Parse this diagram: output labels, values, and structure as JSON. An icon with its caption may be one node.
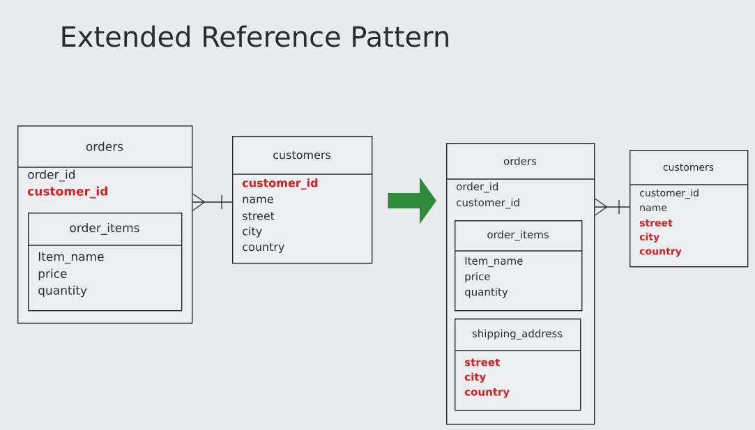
{
  "diagram": {
    "title": "Extended Reference Pattern",
    "nodes": [
      {
        "text": [
          "orders",
          "order_id",
          "customer_id"
        ]
      },
      {
        "text": [
          "order_items",
          "Item_name",
          "price",
          "quantity"
        ],
        "in": 0
      },
      {
        "text": [
          "customers",
          "customer_id",
          "name",
          "street",
          "city",
          "country"
        ]
      },
      {
        "text": [
          "orders",
          "order_id",
          "customer_id"
        ]
      },
      {
        "text": [
          "order_items",
          "Item_name",
          "price",
          "quantity"
        ],
        "in": 3
      },
      {
        "text": [
          "shipping_address",
          "street",
          "city",
          "country"
        ],
        "in": 3
      },
      {
        "text": [
          "customers",
          "customer_id",
          "name",
          "street",
          "city",
          "country"
        ]
      }
    ],
    "edges": [
      {
        "from": 0,
        "to": 2,
        "arrow": "other"
      },
      {
        "from": 2,
        "to": 3,
        "arrow": "to",
        "style": "thick",
        "color": "#2e8b3a"
      },
      {
        "from": 3,
        "to": 6,
        "arrow": "other"
      }
    ]
  }
}
